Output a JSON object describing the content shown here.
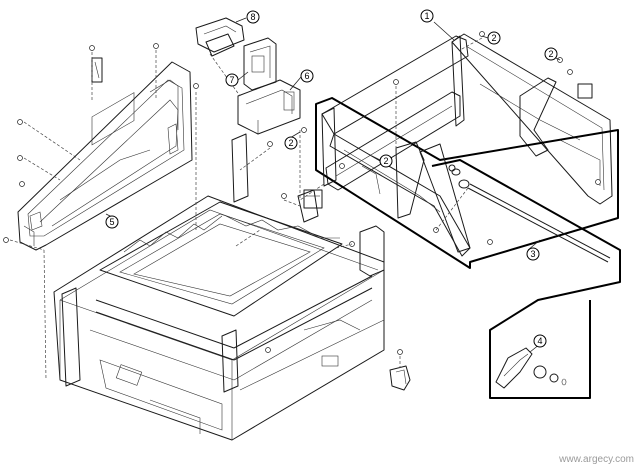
{
  "callouts": [
    "1",
    "2",
    "3",
    "4",
    "5",
    "6",
    "7",
    "8"
  ],
  "watermark": "www.argecy.com"
}
